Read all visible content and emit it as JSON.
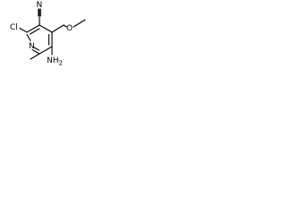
{
  "molecule": {
    "labels": {
      "n_ring": "N",
      "cl": "Cl",
      "n_nitrile": "N",
      "o_ether": "O",
      "amine": "NH",
      "amine_sub": "2"
    }
  }
}
